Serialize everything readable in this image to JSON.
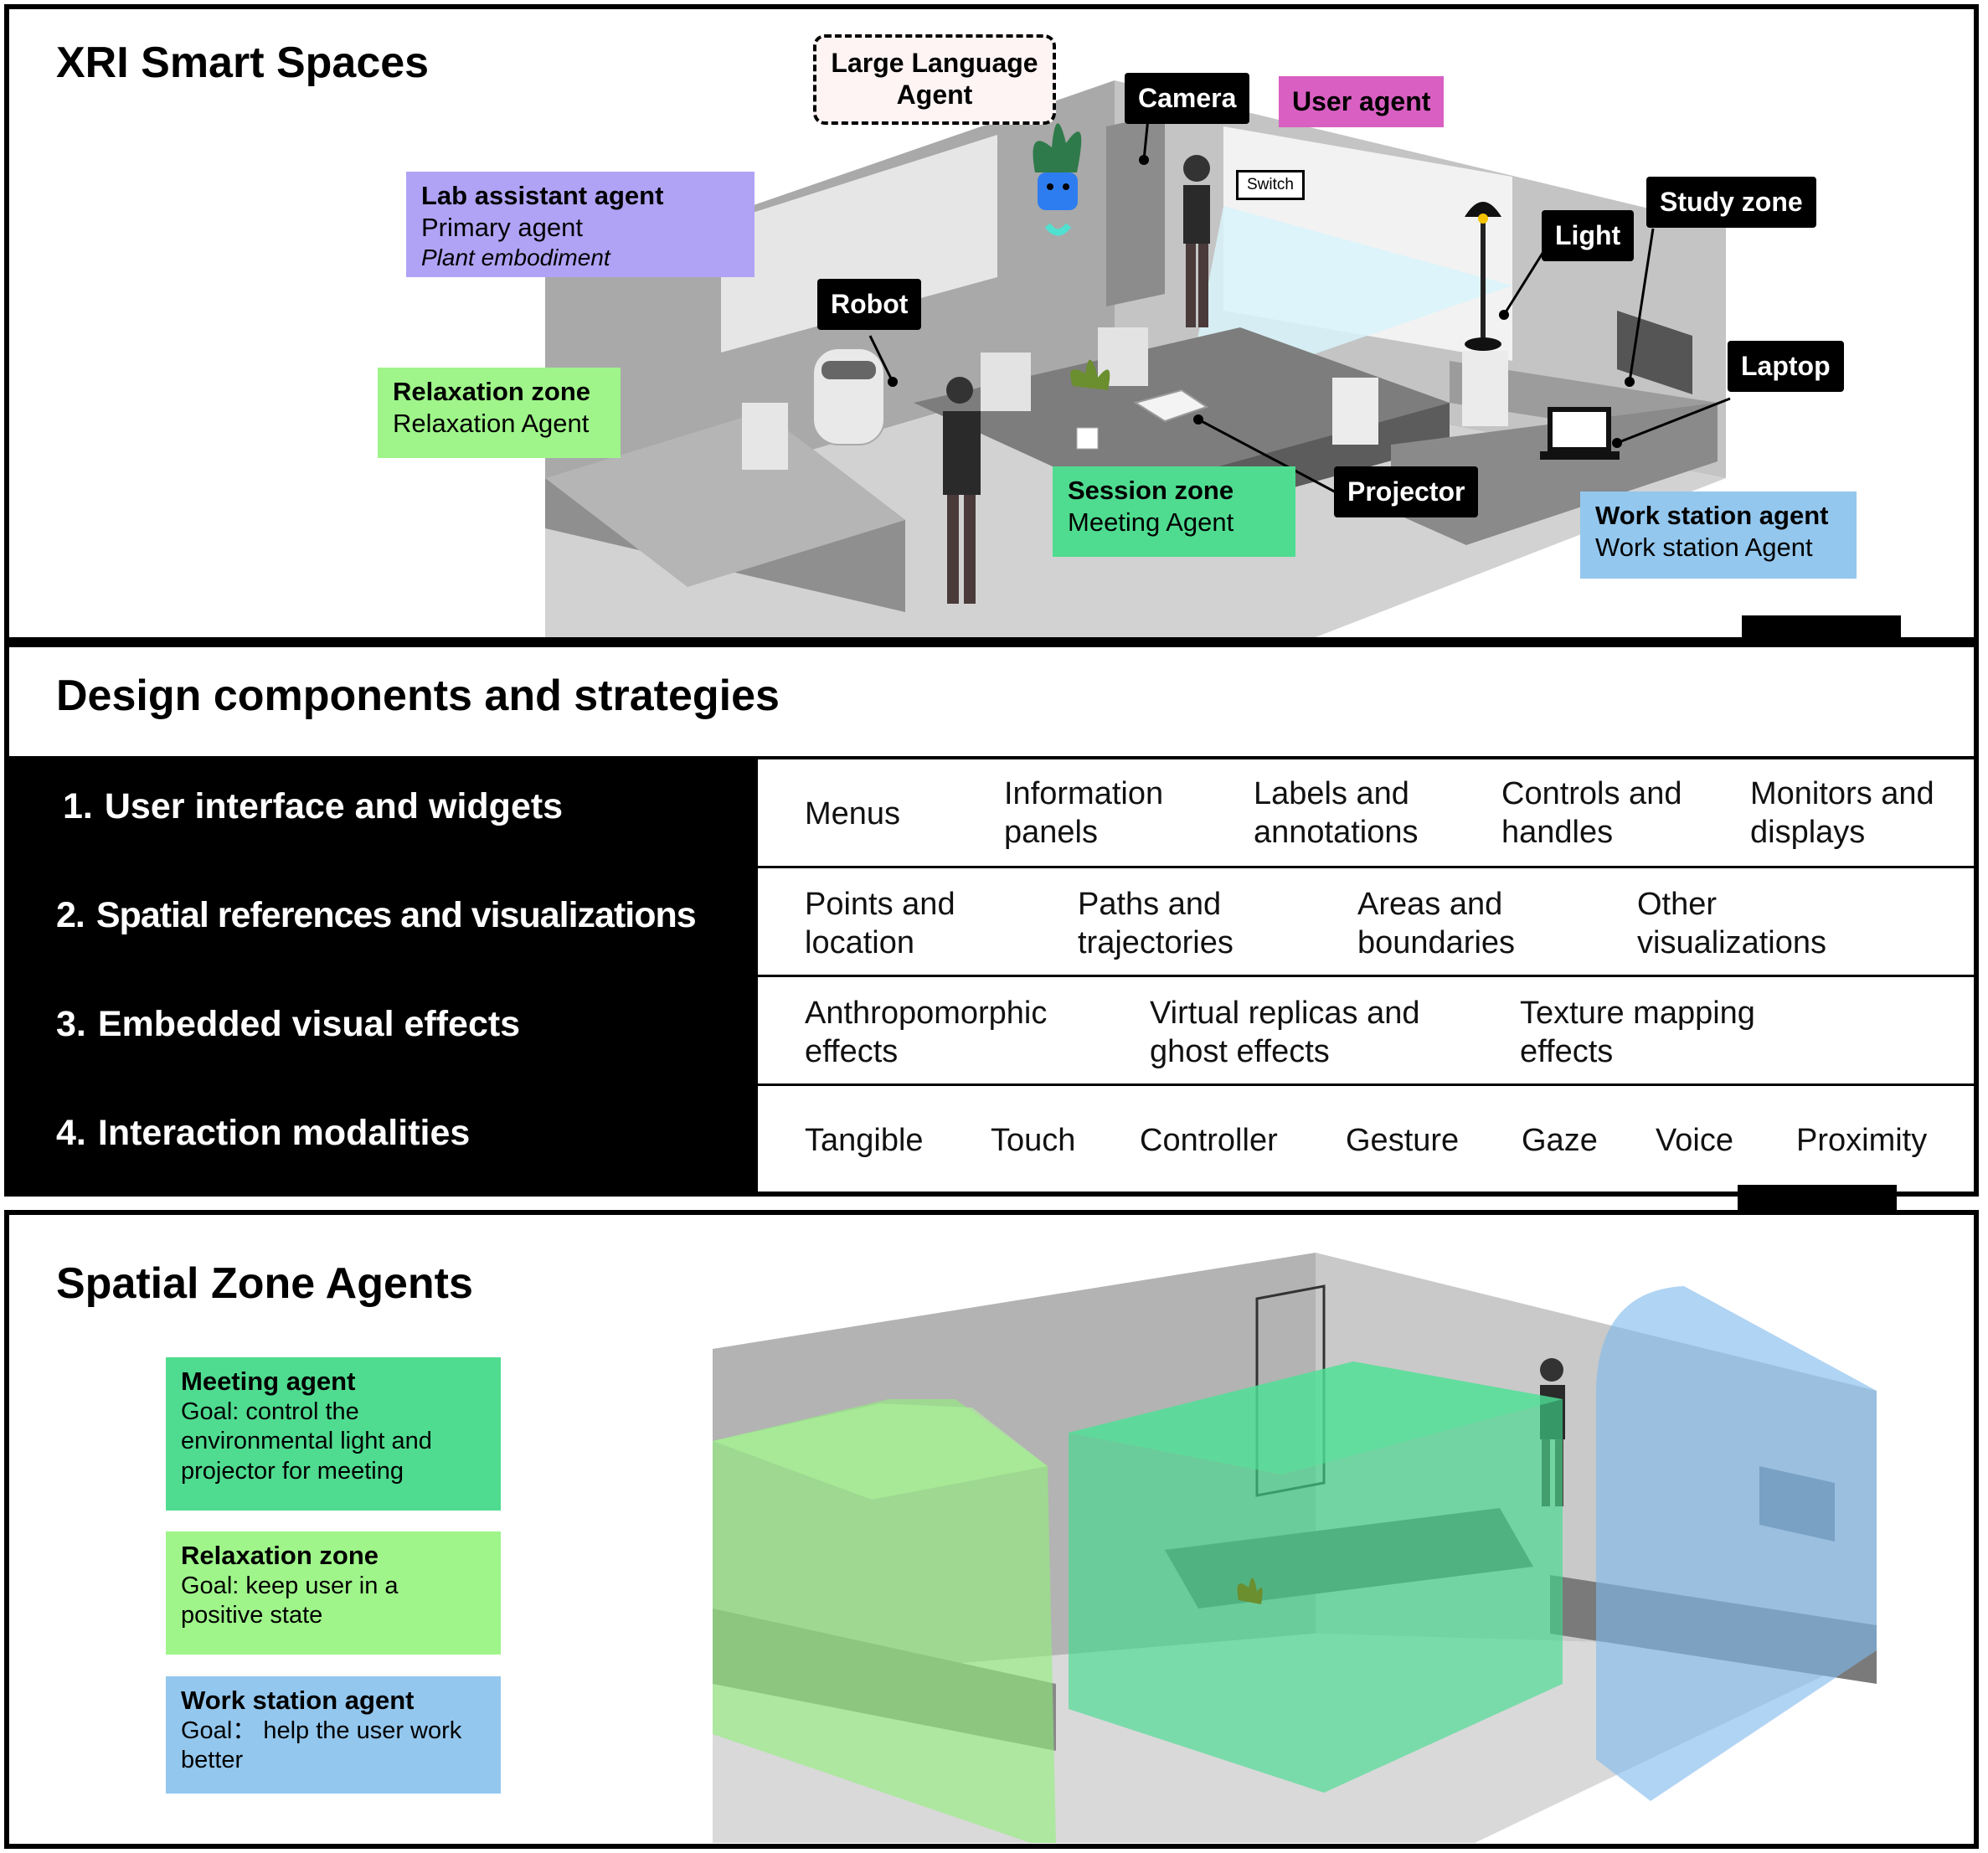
{
  "panel1": {
    "title": "XRI Smart Spaces",
    "labels": {
      "llm": "Large Language Agent",
      "camera": "Camera",
      "user_agent": "User agent",
      "switch": "Switch",
      "lab_title": "Lab assistant agent",
      "lab_sub": "Primary agent",
      "lab_italic": "Plant embodiment",
      "robot": "Robot",
      "light": "Light",
      "study_zone": "Study zone",
      "relax_title": "Relaxation zone",
      "relax_sub": "Relaxation Agent",
      "laptop": "Laptop",
      "session_title": "Session zone",
      "session_sub": "Meeting Agent",
      "projector": "Projector",
      "work_title": "Work station agent",
      "work_sub": "Work station Agent"
    },
    "colors": {
      "lab": "#b0a3f5",
      "relax": "#9ff58a",
      "session": "#4fdc90",
      "work": "#93c7ee",
      "user": "#d95fc2"
    }
  },
  "panel2": {
    "title": "Design components and strategies",
    "categories": [
      {
        "num": "1.",
        "label": "User interface and widgets",
        "items": [
          "Menus",
          "Information\npanels",
          "Labels and\nannotations",
          "Controls and\nhandles",
          "Monitors and\ndisplays"
        ]
      },
      {
        "num": "2.",
        "label": "Spatial references and visualizations",
        "items": [
          "Points and\nlocation",
          "Paths and\ntrajectories",
          "Areas and\nboundaries",
          "Other\nvisualizations"
        ]
      },
      {
        "num": "3.",
        "label": "Embedded visual effects",
        "items": [
          "Anthropomorphic\neffects",
          "Virtual replicas and\nghost effects",
          "Texture mapping\neffects"
        ]
      },
      {
        "num": "4.",
        "label": "Interaction modalities",
        "items": [
          "Tangible",
          "Touch",
          "Controller",
          "Gesture",
          "Gaze",
          "Voice",
          "Proximity"
        ]
      }
    ]
  },
  "panel3": {
    "title": "Spatial Zone Agents",
    "agents": [
      {
        "title": "Meeting agent",
        "desc": "Goal: control the environmental light and projector for meeting"
      },
      {
        "title": "Relaxation zone",
        "desc": "Goal: keep user in a positive state"
      },
      {
        "title": "Work station agent",
        "desc": "Goal： help the user work better"
      }
    ]
  }
}
